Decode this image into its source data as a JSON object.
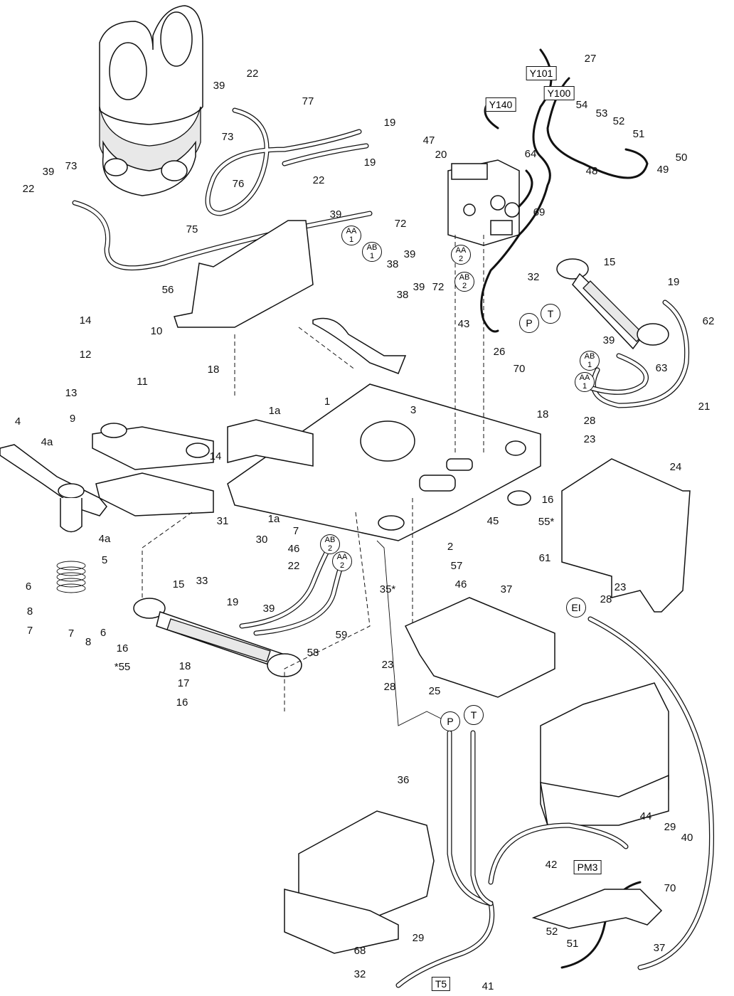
{
  "part_labels": [
    "22",
    "39",
    "73",
    "77",
    "19",
    "47",
    "20",
    "Y140",
    "Y101",
    "27",
    "Y100",
    "54",
    "53",
    "52",
    "51",
    "50",
    "49",
    "64",
    "48",
    "69",
    "72",
    "AA1",
    "AB1",
    "AA2",
    "AB2",
    "38",
    "76",
    "75",
    "56",
    "15",
    "62",
    "32",
    "43",
    "26",
    "70",
    "21",
    "63",
    "10",
    "14",
    "12",
    "13",
    "11",
    "18",
    "1a",
    "1",
    "3",
    "9",
    "4",
    "4a",
    "5",
    "6",
    "7",
    "8",
    "30",
    "31",
    "46",
    "33",
    "17",
    "16",
    "55",
    "35",
    "2",
    "57",
    "45",
    "61",
    "EI",
    "28",
    "23",
    "24",
    "25",
    "36",
    "P",
    "T",
    "PM3",
    "42",
    "44",
    "29",
    "40",
    "41",
    "T5",
    "68",
    "37",
    "59",
    "58"
  ],
  "labels": {
    "l22a": "22",
    "l39a": "39",
    "l73a": "73",
    "l22b": "22",
    "l39b": "39",
    "l73b": "73",
    "l76": "76",
    "l75": "75",
    "l77": "77",
    "l19a": "19",
    "l47": "47",
    "l20": "20",
    "l19b": "19",
    "l22c": "22",
    "l39c": "39",
    "l72a": "72",
    "l39d": "39",
    "l38a": "38",
    "l38b": "38",
    "l39e": "39",
    "l72b": "72",
    "l27": "27",
    "l54": "54",
    "l53": "53",
    "l52a": "52",
    "l51a": "51",
    "l50": "50",
    "l49": "49",
    "l64": "64",
    "l48": "48",
    "l69": "69",
    "l32": "32",
    "l43": "43",
    "l26": "26",
    "l70a": "70",
    "l15a": "15",
    "l19c": "19",
    "l62": "62",
    "l39f": "39",
    "l63": "63",
    "l21": "21",
    "l56": "56",
    "l14a": "14",
    "l12": "12",
    "l13": "13",
    "l10": "10",
    "l11": "11",
    "l18a": "18",
    "l1a1": "1a",
    "l1": "1",
    "l3": "3",
    "l18b": "18",
    "l9": "9",
    "l4": "4",
    "l4a1": "4a",
    "l14b": "14",
    "l1a2": "1a",
    "l4a2": "4a",
    "l5": "5",
    "l6a": "6",
    "l8a": "8",
    "l7a": "7",
    "l7b": "7",
    "l8b": "8",
    "l6b": "6",
    "l31": "31",
    "l30": "30",
    "l7c": "7",
    "l46a": "46",
    "l22d": "22",
    "l33": "33",
    "l39g": "39",
    "l15b": "15",
    "l19d": "19",
    "l58": "58",
    "l59": "59",
    "l16a": "16",
    "l55a": "*55",
    "l18c": "18",
    "l17": "17",
    "l16b": "16",
    "l16c": "16",
    "l55b": "55*",
    "l35": "35*",
    "l2": "2",
    "l57": "57",
    "l46b": "46",
    "l37a": "37",
    "l45": "45",
    "l61": "61",
    "l28a": "28",
    "l23a": "23",
    "l24": "24",
    "l28b": "28",
    "l23b": "23",
    "l23c": "23",
    "l28c": "28",
    "l25": "25",
    "l36": "36",
    "l44": "44",
    "l29a": "29",
    "l40": "40",
    "l42": "42",
    "l70b": "70",
    "l37b": "37",
    "l52b": "52",
    "l51b": "51",
    "l29b": "29",
    "l68": "68",
    "l32b": "32",
    "l41": "41"
  },
  "circled": {
    "aa1a": "AA\n1",
    "ab1a": "AB\n1",
    "aa2a": "AA\n2",
    "ab2a": "AB\n2",
    "ab2b": "AB\n2",
    "aa2b": "AA\n2",
    "ab1b": "AB\n1",
    "aa1b": "AA\n1",
    "p1": "P",
    "t1": "T",
    "p2": "P",
    "t2": "T",
    "ei": "EI"
  },
  "boxed": {
    "y101": "Y101",
    "y100": "Y100",
    "y140": "Y140",
    "pm3": "PM3",
    "t5": "T5"
  }
}
